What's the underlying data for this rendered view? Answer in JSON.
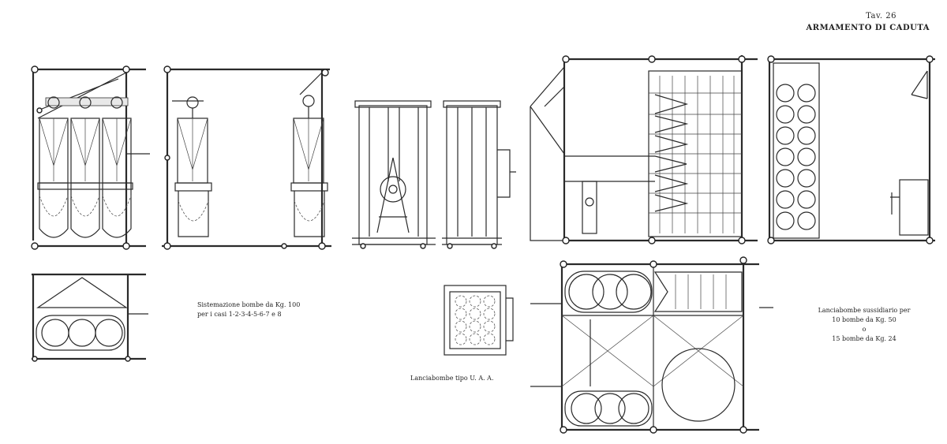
{
  "header": {
    "plate_number": "Tav. 26",
    "title": "ARMAMENTO DI CADUTA"
  },
  "captions": {
    "group_a": {
      "line1": "Sistemazione bombe da Kg. 100",
      "line2": "per i casi 1-2-3-4-5-6-7 e 8"
    },
    "group_b": {
      "line1": "Lanciabombe tipo U. A. A."
    },
    "group_c": {
      "line1": "Lanciabombe sussidiario per",
      "line2": "10 bombe da Kg. 50",
      "line3": "o",
      "line4": "15 bombe da Kg. 24"
    }
  }
}
